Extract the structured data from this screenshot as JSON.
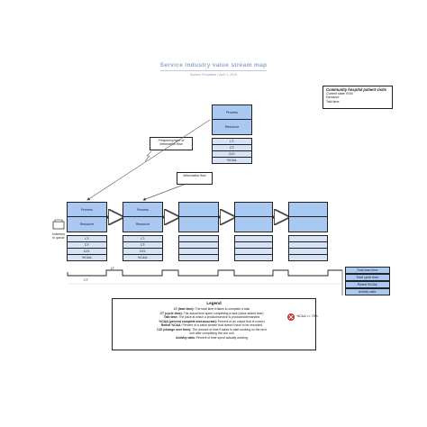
{
  "header": {
    "title": "Service industry value stream map",
    "subtitle": "System Templates  |  April 1, 2015"
  },
  "customer": {
    "name": "Community hospital patient visits",
    "lines": [
      "Current state VSM",
      "Demand:",
      "Takt time:"
    ]
  },
  "top_process": {
    "process_label": "Process",
    "resource_label": "Resource",
    "metrics": [
      "LT:",
      "CT:",
      "C/O:",
      "%C&A:"
    ]
  },
  "callouts": {
    "frequency": "Frequency/type of information flow",
    "information": "Information flow"
  },
  "processes": [
    {
      "process_label": "Process",
      "resource_label": "Resource",
      "metrics": [
        "LT:",
        "CT:",
        "C/O:",
        "%C&A:"
      ]
    },
    {
      "process_label": "Process",
      "resource_label": "Resource",
      "metrics": [
        "LT:",
        "CT:",
        "C/O:",
        "%C&A:"
      ]
    },
    {
      "process_label": "",
      "resource_label": "",
      "metrics": [
        "",
        "",
        "",
        ""
      ]
    },
    {
      "process_label": "",
      "resource_label": "",
      "metrics": [
        "",
        "",
        "",
        ""
      ]
    },
    {
      "process_label": "",
      "resource_label": "",
      "metrics": [
        "",
        "",
        "",
        ""
      ]
    }
  ],
  "inventory": {
    "label_line1": "Inventory",
    "label_line2": "in queue"
  },
  "timeline": {
    "lt_label": "LT",
    "ct_label": "CT"
  },
  "summary": [
    "Total lead time:",
    "Total cycle time:",
    "Rolled %C&A:",
    "Activity ratio:"
  ],
  "legend": {
    "title": "Legend",
    "lines": [
      {
        "term": "LT (lead time):",
        "text": " The total time it takes to complete a task"
      },
      {
        "term": "CT (cycle time):",
        "text": " The actual time spent completing a task (value added time)"
      },
      {
        "term": "Takt time:",
        "text": " The pace at which a product/service is produced/demanded"
      },
      {
        "term": "%C&A (percent complete and accurate):",
        "text": " Percent of an output that is correct"
      },
      {
        "term": "Rolled %C&A:",
        "text": " Percent of a value stream that doesn't have to be reworked"
      },
      {
        "term": "C/O (change over time):",
        "text": " The amount of time it takes to start working on the next"
      },
      {
        "term": "",
        "text": "unit after completing the one unit"
      },
      {
        "term": "Activity ratio:",
        "text": " Percent of time spent actually working"
      }
    ],
    "kaizen_text": "%C&A >= 75%"
  },
  "colors": {
    "process_fill": "#a9c8f2",
    "data_fill": "#d6e3f6",
    "title_color": "#8da7c8",
    "kaizen_red": "#d0312d"
  }
}
